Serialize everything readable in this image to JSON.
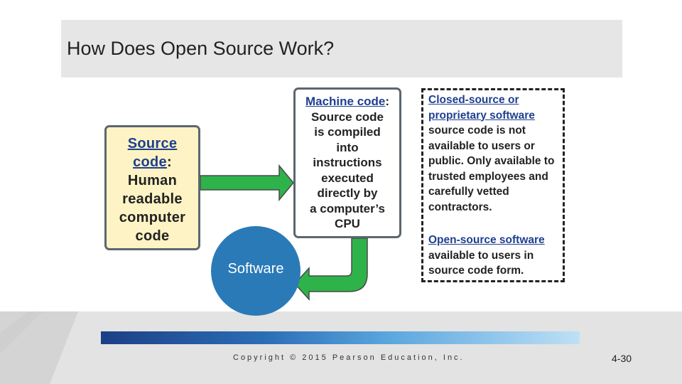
{
  "title": "How Does Open Source Work?",
  "source_box": {
    "link": "Source code",
    "colon": ":",
    "lines": [
      "Human",
      "readable",
      "computer",
      "code"
    ]
  },
  "machine_box": {
    "link": "Machine code",
    "colon": ":",
    "lines": [
      "Source code",
      "is compiled",
      "into",
      "instructions",
      "executed",
      "directly by",
      "a computer’s",
      "CPU"
    ]
  },
  "dashed_box": {
    "closed": {
      "link_line1": "Closed-source or",
      "link_line2": "proprietary software",
      "text": "source code is not available to users or public. Only available to trusted employees and carefully vetted contractors."
    },
    "open": {
      "link": "Open-source software",
      "text": "available to users in source code form."
    }
  },
  "software_label": "Software",
  "footer": {
    "copyright": "Copyright © 2015 Pearson Education, Inc.",
    "page": "4-30"
  },
  "colors": {
    "arrow_fill": "#2db34a",
    "arrow_stroke": "#4a4a4a",
    "circle": "#2a7ab8",
    "source_box_bg": "#fdf3c4",
    "link": "#1f3f8f"
  }
}
